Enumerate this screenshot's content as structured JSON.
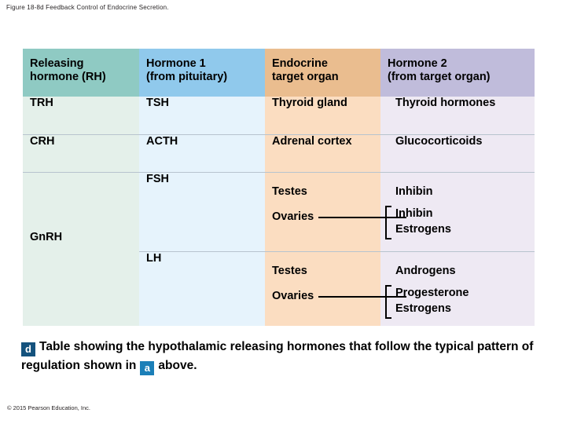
{
  "figure": {
    "title": "Figure 18-8d Feedback Control of Endocrine Secretion."
  },
  "table": {
    "headers": [
      "Releasing\nhormone (RH)",
      "Hormone 1\n(from pituitary)",
      "Endocrine\ntarget organ",
      "Hormone 2\n(from target organ)"
    ],
    "headers_lines": {
      "h1a": "Releasing",
      "h1b": "hormone (RH)",
      "h2a": "Hormone 1",
      "h2b": "(from pituitary)",
      "h3a": "Endocrine",
      "h3b": "target organ",
      "h4a": "Hormone 2",
      "h4b": "(from target organ)"
    },
    "rows": [
      {
        "releasing_hormone": "TRH",
        "hormone1": "TSH",
        "target_organ": "Thyroid gland",
        "hormone2": "Thyroid hormones"
      },
      {
        "releasing_hormone": "CRH",
        "hormone1": "ACTH",
        "target_organ": "Adrenal cortex",
        "hormone2": "Glucocorticoids"
      },
      {
        "releasing_hormone": "GnRH",
        "hormone1": "FSH",
        "target_organ_a": "Testes",
        "target_organ_b": "Ovaries",
        "hormone2_a": "Inhibin",
        "hormone2_b1": "Inhibin",
        "hormone2_b2": "Estrogens"
      },
      {
        "releasing_hormone": "",
        "hormone1": "LH",
        "target_organ_a": "Testes",
        "target_organ_b": "Ovaries",
        "hormone2_a": "Androgens",
        "hormone2_b1": "Progesterone",
        "hormone2_b2": "Estrogens"
      }
    ],
    "colors": {
      "header_col1": "#8fcac3",
      "header_col2": "#90c9ec",
      "header_col3": "#eabd8f",
      "header_col4": "#c0bcdb",
      "body_col1": "#e4f0ea",
      "body_col2": "#e6f3fc",
      "body_col3": "#fbddc1",
      "body_col4": "#eee9f3"
    }
  },
  "caption": {
    "badge_d": "d",
    "badge_a": "a",
    "text_before": "Table showing the hypothalamic releasing hormones that follow the typical pattern of regulation shown in",
    "text_after": "above."
  },
  "footer": {
    "copyright": "© 2015 Pearson Education, Inc."
  }
}
